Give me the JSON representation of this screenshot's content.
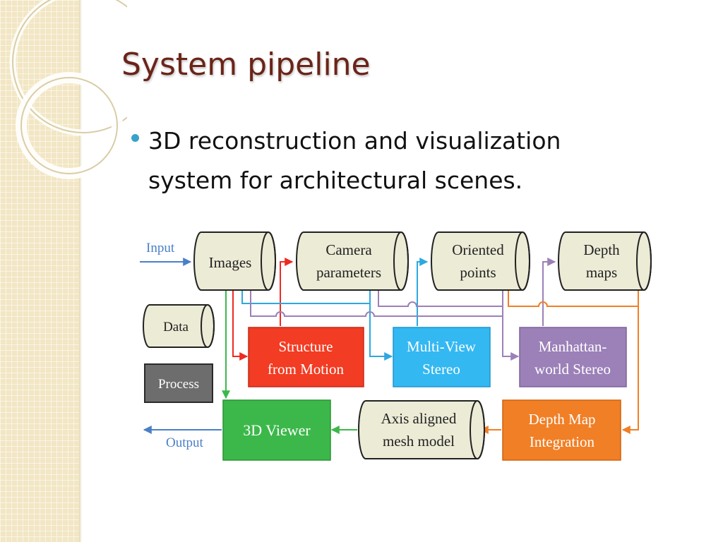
{
  "slide": {
    "title": "System pipeline",
    "bullet": "3D reconstruction and visualization system for architectural scenes."
  },
  "colors": {
    "title": "#6b2418",
    "bullet": "#3aa2c9",
    "structure_from_motion": "#f23c23",
    "multi_view_stereo": "#33b8f2",
    "manhattan_world_stereo": "#9c80b8",
    "depth_map_integration": "#f07f26",
    "viewer": "#3cb84a",
    "process_legend": "#6d6d6d",
    "data_fill": "#ecebd6"
  },
  "diagram": {
    "input_label": "Input",
    "output_label": "Output",
    "data_nodes": {
      "images": "Images",
      "camera_parameters": [
        "Camera",
        "parameters"
      ],
      "oriented_points": [
        "Oriented",
        "points"
      ],
      "depth_maps": [
        "Depth",
        "maps"
      ],
      "axis_aligned_mesh": [
        "Axis aligned",
        "mesh model"
      ]
    },
    "process_nodes": {
      "structure_from_motion": [
        "Structure",
        "from Motion"
      ],
      "multi_view_stereo": [
        "Multi-View",
        "Stereo"
      ],
      "manhattan_world_stereo": [
        "Manhattan-",
        "world Stereo"
      ],
      "depth_map_integration": [
        "Depth Map",
        "Integration"
      ],
      "viewer": "3D Viewer"
    },
    "legend": {
      "data": "Data",
      "process": "Process"
    }
  }
}
